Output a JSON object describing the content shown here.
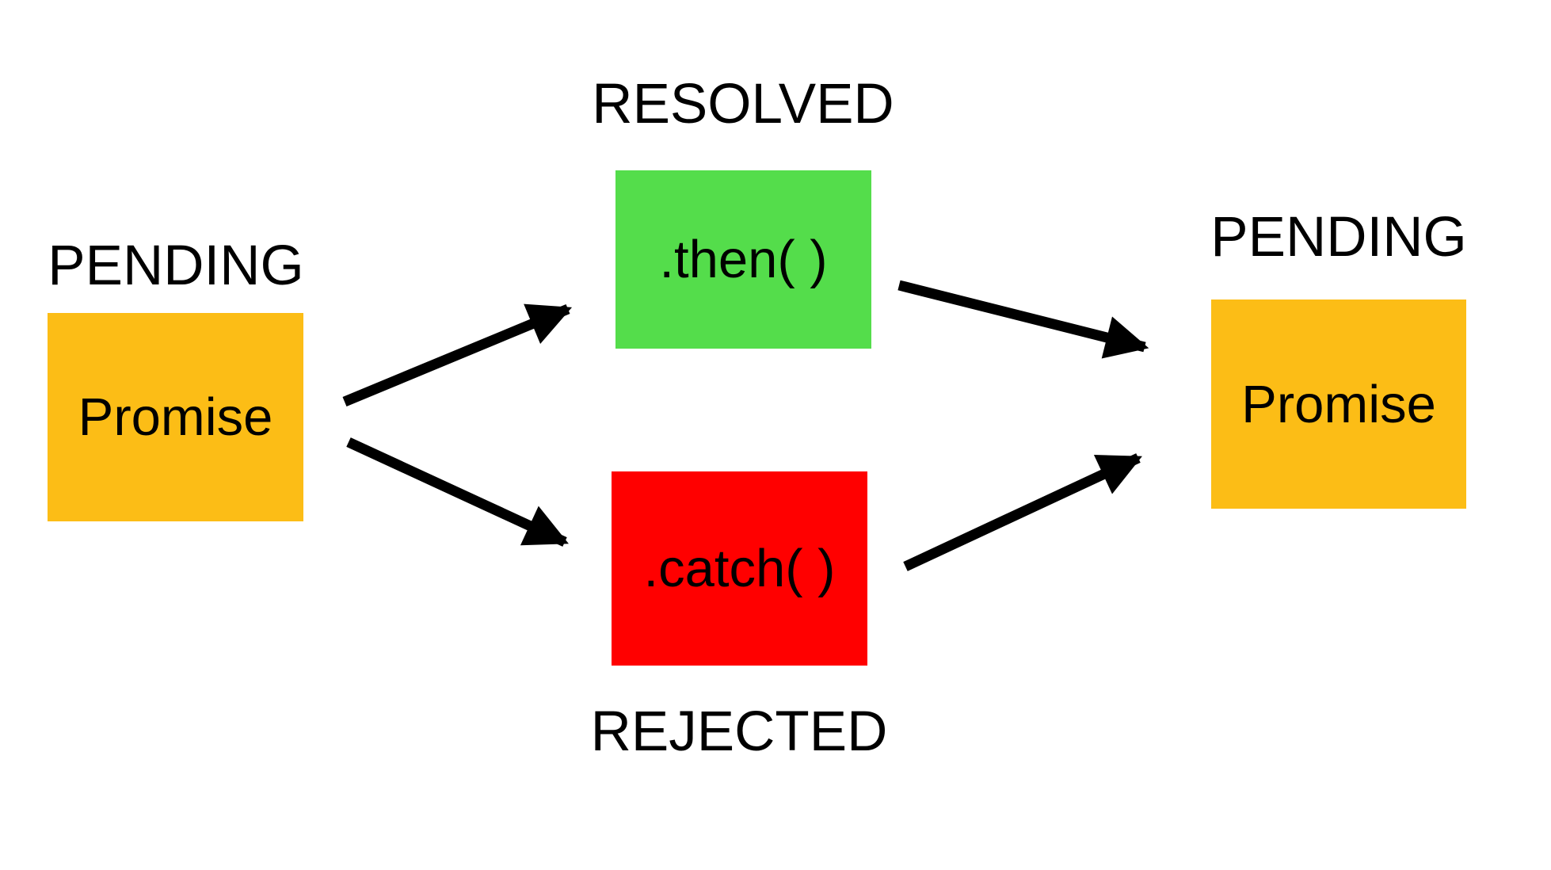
{
  "colors": {
    "pending_fill": "#FCBD16",
    "resolved_fill": "#54DD4B",
    "rejected_fill": "#FF0000",
    "arrow": "#000000",
    "text": "#000000",
    "background": "#FFFFFF"
  },
  "nodes": {
    "left_promise": {
      "state_label": "PENDING",
      "label": "Promise"
    },
    "then_box": {
      "state_label": "RESOLVED",
      "label": ".then( )"
    },
    "catch_box": {
      "state_label": "REJECTED",
      "label": ".catch( )"
    },
    "right_promise": {
      "state_label": "PENDING",
      "label": "Promise"
    }
  },
  "edges": [
    {
      "from": "left_promise",
      "to": "then_box"
    },
    {
      "from": "left_promise",
      "to": "catch_box"
    },
    {
      "from": "then_box",
      "to": "right_promise"
    },
    {
      "from": "catch_box",
      "to": "right_promise"
    }
  ]
}
